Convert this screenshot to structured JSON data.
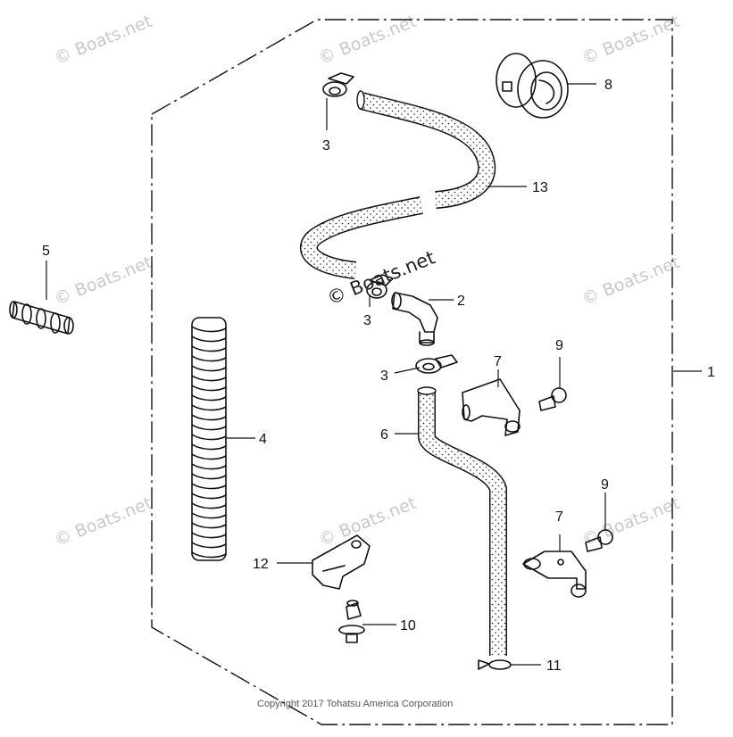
{
  "callouts": [
    {
      "id": "1",
      "text": "1"
    },
    {
      "id": "2",
      "text": "2"
    },
    {
      "id": "3a",
      "text": "3"
    },
    {
      "id": "3b",
      "text": "3"
    },
    {
      "id": "3c",
      "text": "3"
    },
    {
      "id": "4",
      "text": "4"
    },
    {
      "id": "5",
      "text": "5"
    },
    {
      "id": "6",
      "text": "6"
    },
    {
      "id": "7a",
      "text": "7"
    },
    {
      "id": "7b",
      "text": "7"
    },
    {
      "id": "8",
      "text": "8"
    },
    {
      "id": "9a",
      "text": "9"
    },
    {
      "id": "9b",
      "text": "9"
    },
    {
      "id": "10",
      "text": "10"
    },
    {
      "id": "11",
      "text": "11"
    },
    {
      "id": "12",
      "text": "12"
    },
    {
      "id": "13",
      "text": "13"
    }
  ],
  "watermark": "© Boats.net",
  "copyright": "Copyright 2017 Tohatsu America Corporation"
}
